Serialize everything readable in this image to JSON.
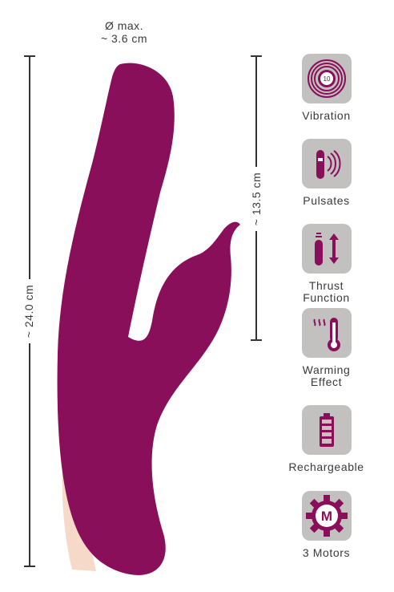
{
  "dimensions": {
    "diameter_line1": "Ø max.",
    "diameter_line2": "~ 3.6 cm",
    "total_length": "~ 24.0 cm",
    "insertable_length": "~ 13.5 cm"
  },
  "colors": {
    "product": "#8a0f5a",
    "tile_bg": "#c3c0c0",
    "icon": "#8a0f5a",
    "base_skin": "#f6d9c9"
  },
  "features": [
    {
      "icon": "vibration-rings-icon",
      "line1": "Vibration",
      "line2": ""
    },
    {
      "icon": "pulsation-wave-icon",
      "line1": "Pulsates",
      "line2": ""
    },
    {
      "icon": "thrust-arrows-icon",
      "line1": "Thrust",
      "line2": "Function"
    },
    {
      "icon": "thermometer-heat-icon",
      "line1": "Warming",
      "line2": "Effect"
    },
    {
      "icon": "battery-icon",
      "line1": "Rechargeable",
      "line2": ""
    },
    {
      "icon": "motor-gear-icon",
      "line1": "3 Motors",
      "line2": ""
    }
  ],
  "vibration_icon_number": "10",
  "motor_icon_letter": "M"
}
